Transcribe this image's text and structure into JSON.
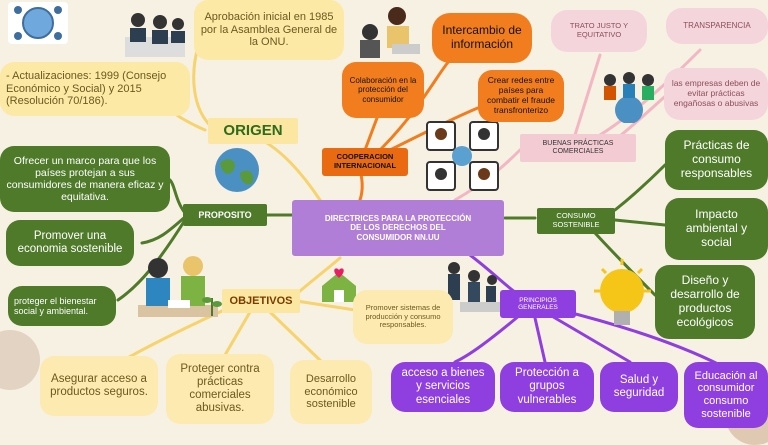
{
  "center": {
    "title": "DIRECTRICES PARA LA PROTECCIÓN DE LOS DERECHOS DEL CONSUMIDOR NN.UU"
  },
  "origen": {
    "label": "ORIGEN",
    "items": [
      "Aprobación inicial en 1985 por la Asamblea General de la ONU.",
      "- Actualizaciones: 1999 (Consejo Económico y Social) y 2015 (Resolución 70/186)."
    ]
  },
  "proposito": {
    "label": "PROPOSITO",
    "items": [
      "Ofrecer un marco para que los países protejan a sus consumidores de manera eficaz y equitativa.",
      "Promover una economia sostenible",
      "proteger el bienestar social y ambiental."
    ]
  },
  "objetivos": {
    "label": "OBJETIVOS",
    "items": [
      "Asegurar acceso a productos seguros.",
      "Proteger contra prácticas comerciales abusivas.",
      "Desarrollo económico sostenible",
      "Promover sistemas de producción y consumo responsables."
    ]
  },
  "cooperacion": {
    "label": "COOPERACION INTERNACIONAL",
    "items": [
      "Colaboración en la protección del consumidor",
      "Intercambio de información",
      "Crear redes entre países para combatir el fraude transfronterizo"
    ]
  },
  "buenas_practicas": {
    "label": "BUENAS PRÁCTICAS COMERCIALES",
    "items": [
      "TRATO JUSTO Y EQUITATIVO",
      "TRANSPARENCIA",
      "las empresas deben de evitar prácticas engañosas o abusivas"
    ]
  },
  "consumo": {
    "label": "CONSUMO SOSTENIBLE",
    "items": [
      "Prácticas de consumo responsables",
      "Impacto ambiental y social",
      "Diseño y desarrollo de productos ecológicos"
    ]
  },
  "principios": {
    "label": "PRINCIPIOS GENERALES",
    "items": [
      "acceso a bienes y servicios esenciales",
      "Protección a grupos vulnerables",
      "Salud y seguridad",
      "Educación al consumidor consumo sostenible"
    ]
  },
  "colors": {
    "green": "#4e7a2a",
    "yellow": "#fde9a6",
    "orange": "#f27d1e",
    "pink": "#f5d5dc",
    "purple": "#8f3fe0",
    "center": "#b07ed6"
  }
}
